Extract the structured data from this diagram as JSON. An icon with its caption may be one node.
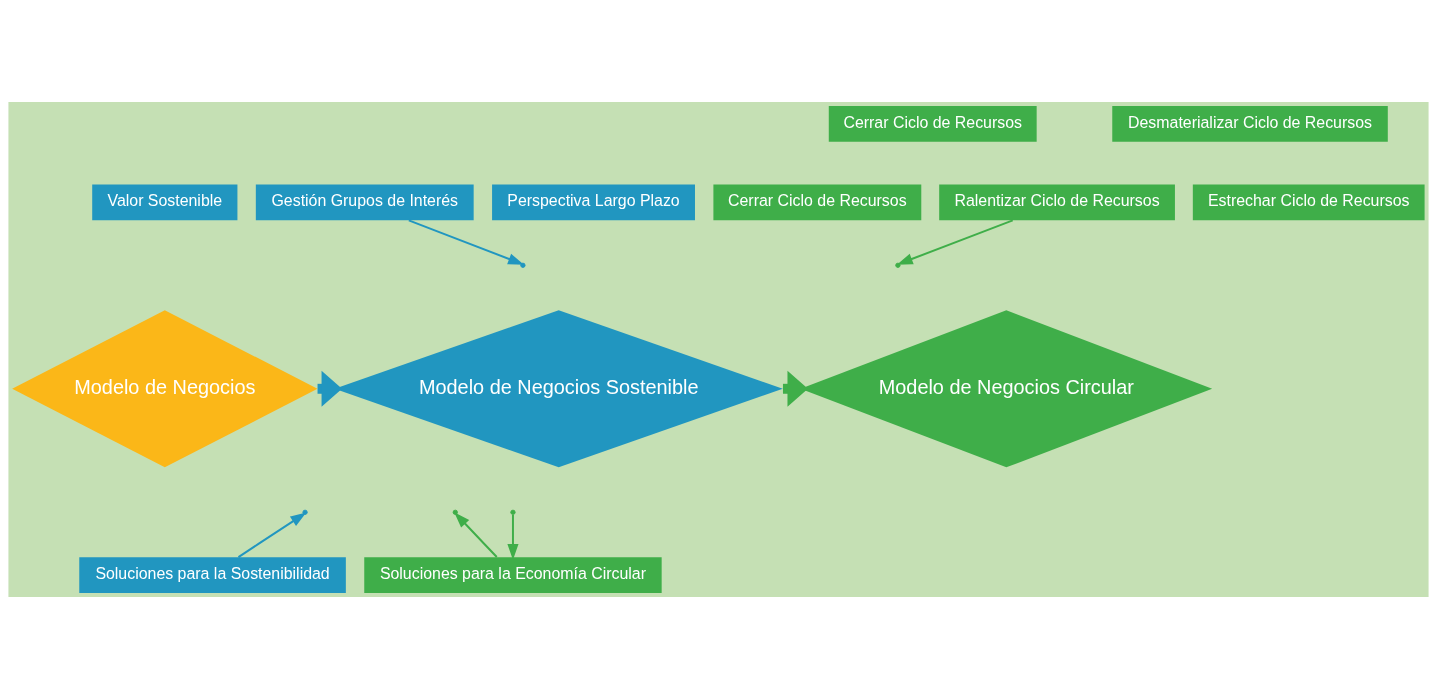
{
  "diagram": {
    "nodes": [
      {
        "text": [
          "Cerrar Ciclo de Recursos"
        ]
      },
      {
        "text": [
          "Desmaterializar Ciclo de Recursos"
        ]
      },
      {
        "text": [
          "Valor Sostenible"
        ]
      },
      {
        "text": [
          "Gestión Grupos de Interés"
        ]
      },
      {
        "text": [
          "Perspectiva Largo Plazo"
        ]
      },
      {
        "text": [
          "Cerrar Ciclo de Recursos"
        ]
      },
      {
        "text": [
          "Ralentizar Ciclo de Recursos"
        ]
      },
      {
        "text": [
          "Estrechar Ciclo de Recursos"
        ]
      },
      {
        "text": [
          "Modelo de Negocios"
        ]
      },
      {
        "text": [
          "Modelo de Negocios Sostenible"
        ]
      },
      {
        "text": [
          "Modelo de Negocios Circular"
        ]
      },
      {
        "text": [
          "Soluciones para la Sostenibilidad"
        ]
      },
      {
        "text": [
          "Soluciones para la Economía Circular"
        ]
      }
    ],
    "edges": [
      {
        "from": 8,
        "to": 9,
        "arrow": "to",
        "style": "thick",
        "color": "#2196c0"
      },
      {
        "from": 9,
        "to": 10,
        "arrow": "to",
        "style": "thick"
      },
      {
        "from": 3,
        "to": null,
        "arrow": "to",
        "color": "#2196c0"
      },
      {
        "from": 11,
        "to": null,
        "arrow": "to",
        "color": "#2196c0"
      },
      {
        "from": 6,
        "to": null,
        "arrow": "to"
      },
      {
        "from": 12,
        "to": null,
        "arrow": "to"
      },
      {
        "from": null,
        "to": 12,
        "arrow": "to"
      }
    ]
  }
}
